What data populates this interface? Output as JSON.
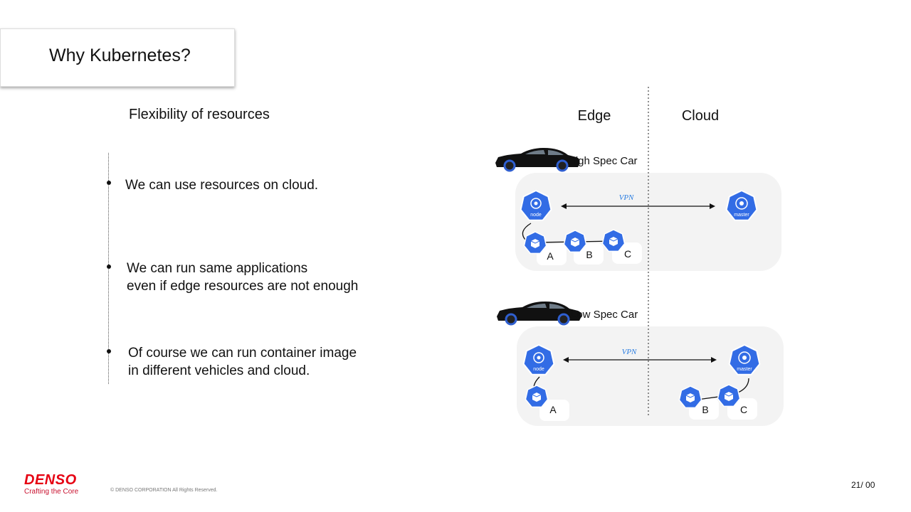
{
  "slide": {
    "title": "Why Kubernetes?",
    "subtitle": "Flexibility of resources",
    "bullets": [
      {
        "text": "We can use resources on cloud."
      },
      {
        "text": "We can run same applications\neven if edge resources are not enough"
      },
      {
        "text": "Of course we can run container image\nin different vehicles and cloud."
      }
    ]
  },
  "diagram": {
    "edge_label": "Edge",
    "cloud_label": "Cloud",
    "scenario_high": {
      "car_label": "High Spec Car",
      "vpn_label": "VPN",
      "node_label": "node",
      "master_label": "master",
      "pods": [
        "A",
        "B",
        "C"
      ]
    },
    "scenario_low": {
      "car_label": "Low Spec Car",
      "vpn_label": "VPN",
      "node_label": "node",
      "master_label": "master",
      "pods": [
        "A",
        "B",
        "C"
      ]
    },
    "colors": {
      "k8s_blue": "#326ce5",
      "panel": "#f3f3f3",
      "vpn_text": "#2a7de1"
    }
  },
  "footer": {
    "brand": "DENSO",
    "tagline": "Crafting the Core",
    "copyright": "© DENSO CORPORATION All Rights Reserved.",
    "page": "21/ 00"
  }
}
